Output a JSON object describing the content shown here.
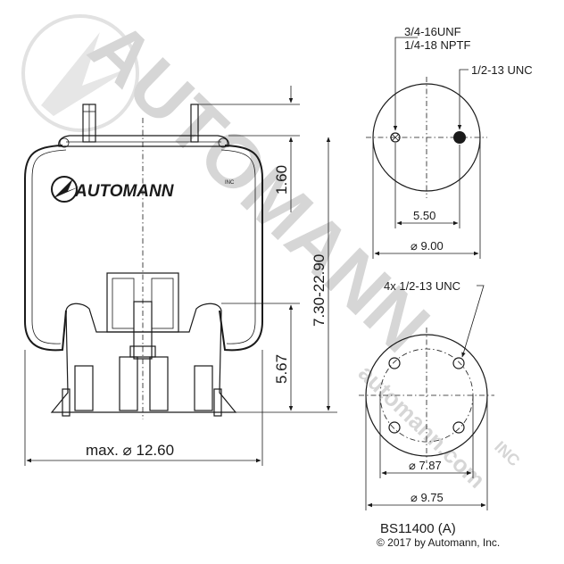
{
  "brand": {
    "logo_text": "AUTOMANN",
    "logo_suffix": "INC",
    "watermark_text": "AUTOMANN",
    "watermark_suffix": "INC",
    "watermark_url": "automann.com"
  },
  "side_view": {
    "overall_diameter": "max. ⌀ 12.60",
    "height_range": "7.30-22.90",
    "top_offset": "1.60",
    "base_height": "5.67"
  },
  "top_view": {
    "port_label_line1": "3/4-16UNF",
    "port_label_line2": "1/4-18 NPTF",
    "stud_label": "1/2-13 UNC",
    "stud_spacing": "5.50",
    "diameter": "⌀ 9.00"
  },
  "bottom_view": {
    "bolt_label": "4x 1/2-13 UNC",
    "bolt_circle": "⌀ 7.87",
    "diameter": "⌀ 9.75"
  },
  "part_number": "BS11400 (A)",
  "copyright": "© 2017 by Automann, Inc.",
  "colors": {
    "line": "#1a1a1a",
    "watermark": "#d6d6d6",
    "background": "#ffffff"
  }
}
